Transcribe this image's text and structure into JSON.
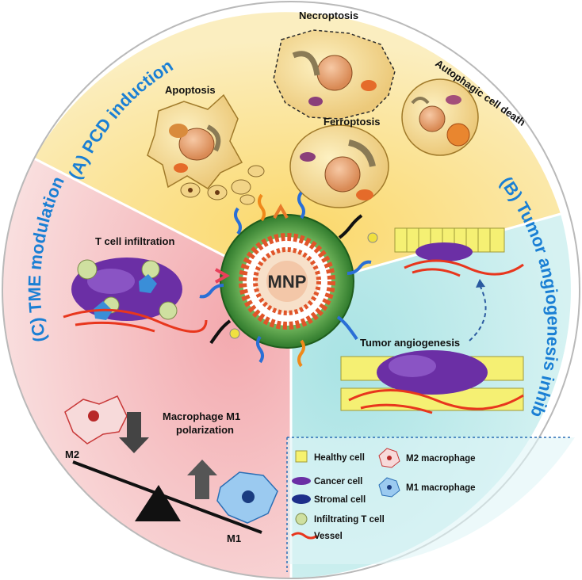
{
  "sections": {
    "pcd": {
      "title": "(A) PCD induction",
      "labels": {
        "apoptosis": "Apoptosis",
        "necroptosis": "Necroptosis",
        "autophagic": "Autophagic cell death",
        "ferroptosis": "Ferroptosis"
      }
    },
    "angiogenesis": {
      "title": "(B) Tumor angiogenesis inhibition",
      "label": "Tumor angiogenesis"
    },
    "tme": {
      "title": "(C) TME modulation",
      "t_cell": "T cell infiltration",
      "polarization_line1": "Macrophage M1",
      "polarization_line2": "polarization",
      "m2": "M2",
      "m1": "M1"
    }
  },
  "center": {
    "label": "MNP"
  },
  "legend": {
    "healthy": "Healthy cell",
    "cancer": "Cancer cell",
    "stromal": "Stromal  cell",
    "tcell": "Infiltrating T cell",
    "vessel": "Vessel",
    "m2": "M2 macrophage",
    "m1": "M1 macrophage"
  },
  "colors": {
    "sector_pcd": "#fbe3a1",
    "sector_angio": "#bfe9ea",
    "sector_tme": "#f6c7c9",
    "title_blue": "#1a7fd4",
    "vessel_red": "#e8361d",
    "cancer_purple": "#6b2fa5",
    "healthy_yellow": "#f6f26e",
    "tcell_green": "#cfe0a0",
    "m2_red": "#e65b5b",
    "m1_blue": "#3a8ed8",
    "shell_green": "#3f8f3c"
  }
}
